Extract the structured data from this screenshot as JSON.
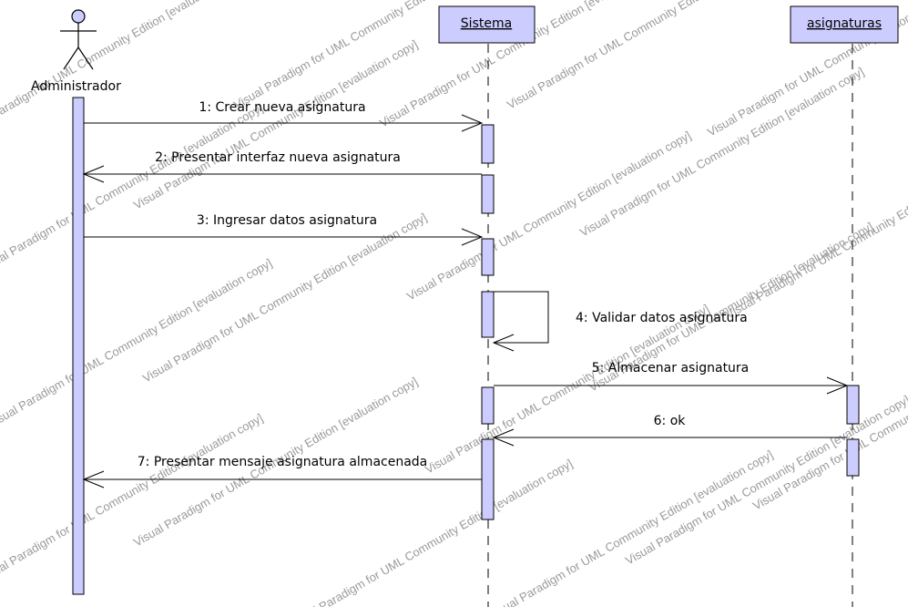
{
  "colors": {
    "background": "#ffffff",
    "participant_fill": "#ccccff",
    "activation_fill": "#ccccff",
    "line": "#000000",
    "watermark": "#9a9a9a"
  },
  "actor": {
    "name": "Administrador"
  },
  "participants": [
    {
      "id": "sistema",
      "name": "Sistema"
    },
    {
      "id": "asignaturas",
      "name": "asignaturas"
    }
  ],
  "messages": [
    {
      "seq": 1,
      "label": "1: Crear nueva asignatura",
      "from": "Administrador",
      "to": "Sistema",
      "kind": "call"
    },
    {
      "seq": 2,
      "label": "2: Presentar interfaz nueva asignatura",
      "from": "Sistema",
      "to": "Administrador",
      "kind": "return"
    },
    {
      "seq": 3,
      "label": "3: Ingresar datos asignatura",
      "from": "Administrador",
      "to": "Sistema",
      "kind": "call"
    },
    {
      "seq": 4,
      "label": "4: Validar datos asignatura",
      "from": "Sistema",
      "to": "Sistema",
      "kind": "self"
    },
    {
      "seq": 5,
      "label": "5: Almacenar asignatura",
      "from": "Sistema",
      "to": "asignaturas",
      "kind": "call"
    },
    {
      "seq": 6,
      "label": "6: ok",
      "from": "asignaturas",
      "to": "Sistema",
      "kind": "return"
    },
    {
      "seq": 7,
      "label": "7: Presentar mensaje asignatura almacenada",
      "from": "Sistema",
      "to": "Administrador",
      "kind": "return"
    }
  ],
  "watermark": {
    "text_a": "Visual Paradigm for UML Community Edition [evaluation copy]"
  }
}
